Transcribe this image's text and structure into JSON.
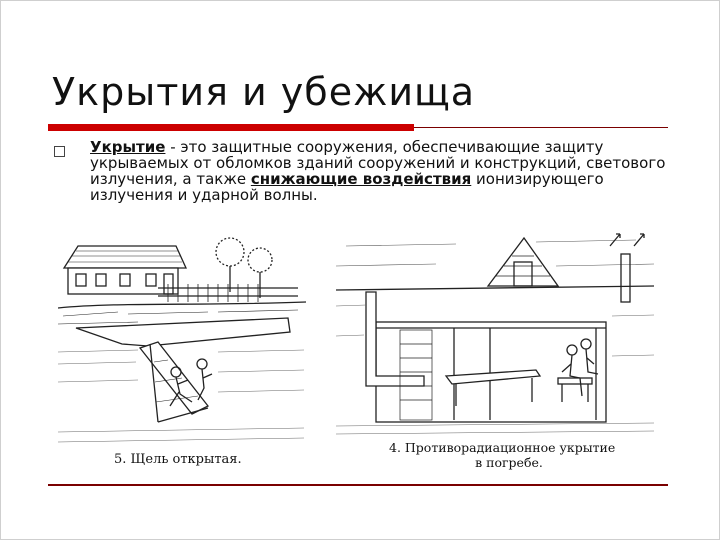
{
  "slide": {
    "title": "Укрытия и убежища",
    "bullet": {
      "term": "Укрытие",
      "text_1": " - это защитные сооружения, обеспечивающие защиту укрываемых от обломков зданий сооружений и конструкций, светового излучения, а также ",
      "emph": "снижающие воздействия",
      "text_2": " ионизирующего излучения и ударной волны."
    }
  },
  "figures": [
    {
      "caption": "5. Щель открытая."
    },
    {
      "caption_line1": "4. Противорадиационное укрытие",
      "caption_line2": "в погребе."
    }
  ],
  "colors": {
    "accent": "#cc0000",
    "rule": "#7a0000"
  }
}
